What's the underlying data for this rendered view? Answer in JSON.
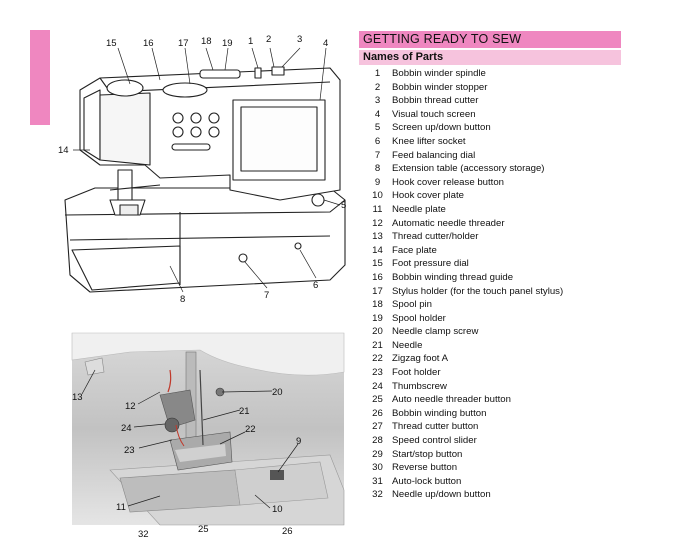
{
  "section_title": "GETTING READY TO SEW",
  "subsection_title": "Names of Parts",
  "parts": [
    {
      "num": "1",
      "name": "Bobbin winder spindle"
    },
    {
      "num": "2",
      "name": "Bobbin winder stopper"
    },
    {
      "num": "3",
      "name": "Bobbin thread cutter"
    },
    {
      "num": "4",
      "name": "Visual touch screen"
    },
    {
      "num": "5",
      "name": "Screen up/down button"
    },
    {
      "num": "6",
      "name": "Knee lifter socket"
    },
    {
      "num": "7",
      "name": "Feed balancing dial"
    },
    {
      "num": "8",
      "name": "Extension table (accessory storage)"
    },
    {
      "num": "9",
      "name": "Hook cover release button"
    },
    {
      "num": "10",
      "name": "Hook cover plate"
    },
    {
      "num": "11",
      "name": "Needle plate"
    },
    {
      "num": "12",
      "name": "Automatic needle threader"
    },
    {
      "num": "13",
      "name": "Thread cutter/holder"
    },
    {
      "num": "14",
      "name": "Face plate"
    },
    {
      "num": "15",
      "name": "Foot pressure dial"
    },
    {
      "num": "16",
      "name": "Bobbin winding thread guide"
    },
    {
      "num": "17",
      "name": "Stylus holder (for the touch panel stylus)"
    },
    {
      "num": "18",
      "name": "Spool pin"
    },
    {
      "num": "19",
      "name": "Spool holder"
    },
    {
      "num": "20",
      "name": "Needle clamp screw"
    },
    {
      "num": "21",
      "name": "Needle"
    },
    {
      "num": "22",
      "name": "Zigzag foot A"
    },
    {
      "num": "23",
      "name": "Foot holder"
    },
    {
      "num": "24",
      "name": "Thumbscrew"
    },
    {
      "num": "25",
      "name": "Auto needle threader button"
    },
    {
      "num": "26",
      "name": "Bobbin winding button"
    },
    {
      "num": "27",
      "name": "Thread cutter button"
    },
    {
      "num": "28",
      "name": "Speed control slider"
    },
    {
      "num": "29",
      "name": "Start/stop button"
    },
    {
      "num": "30",
      "name": "Reverse button"
    },
    {
      "num": "31",
      "name": "Auto-lock button"
    },
    {
      "num": "32",
      "name": "Needle up/down button"
    }
  ],
  "machine_callouts": {
    "c1": "1",
    "c2": "2",
    "c3": "3",
    "c4": "4",
    "c5": "5",
    "c6": "6",
    "c7": "7",
    "c8": "8",
    "c14": "14",
    "c15": "15",
    "c16": "16",
    "c17": "17",
    "c18": "18",
    "c19": "19"
  },
  "closeup_callouts": {
    "c9": "9",
    "c10": "10",
    "c11": "11",
    "c12": "12",
    "c13": "13",
    "c20": "20",
    "c21": "21",
    "c22": "22",
    "c23": "23",
    "c24": "24",
    "c25": "25",
    "c26": "26",
    "c32": "32"
  },
  "colors": {
    "pink_header": "#ef87c0",
    "pink_subheader": "#f6c3dd"
  }
}
